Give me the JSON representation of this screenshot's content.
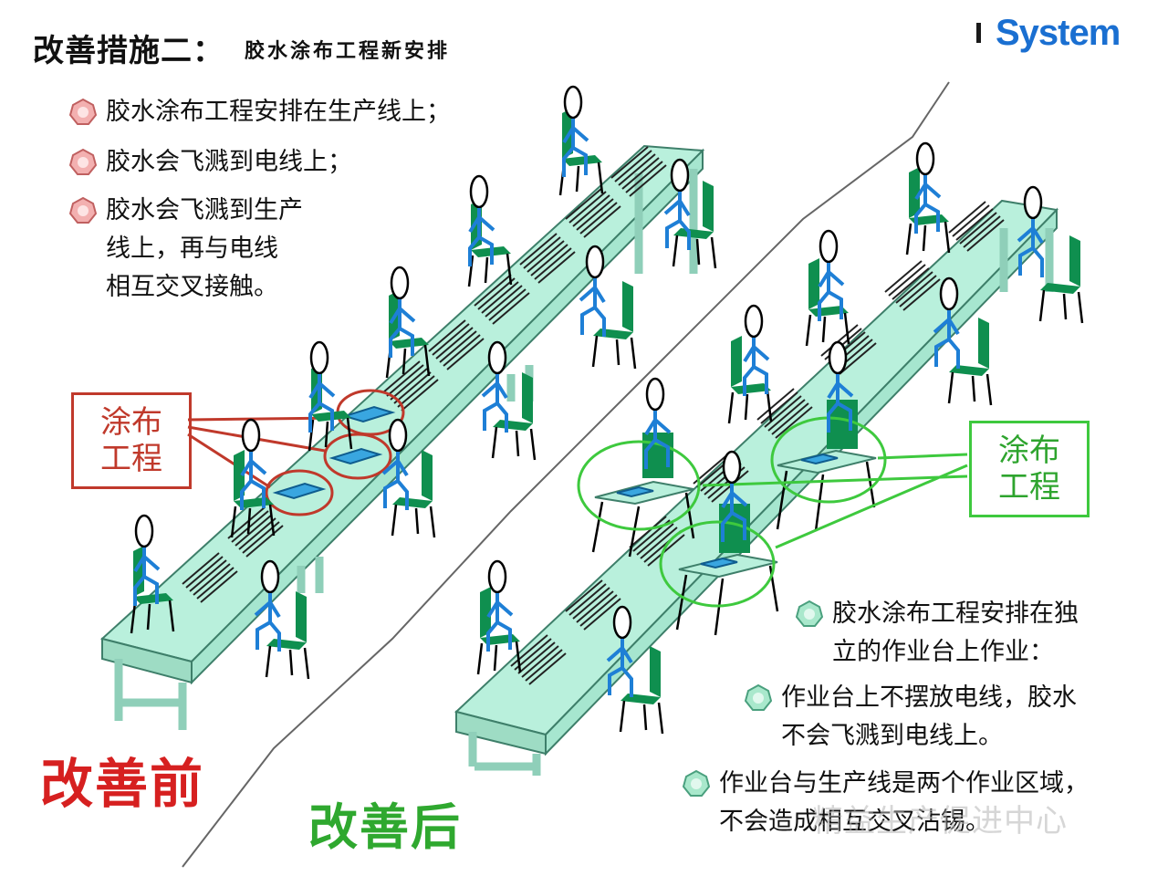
{
  "header": {
    "title": "改善措施二：",
    "subtitle": "胶水涂布工程新安排",
    "logo": "System"
  },
  "before": {
    "bullets": [
      "胶水涂布工程安排在生产线上；",
      "胶水会飞溅到电线上；",
      "胶水会飞溅到生产\n线上，再与电线\n相互交叉接触。"
    ],
    "box_label": "涂布\n工程",
    "caption": "改善前"
  },
  "after": {
    "bullets": [
      "胶水涂布工程安排在独\n立的作业台上作业：",
      "作业台上不摆放电线，胶水\n不会飞溅到电线上。",
      "作业台与生产线是两个作业区域，\n不会造成相互交叉沾锡。"
    ],
    "box_label": "涂布\n工程",
    "caption": "改善后"
  },
  "watermark": "精益生产促进中心",
  "colors": {
    "red": "#c0392b",
    "green": "#3ec93e",
    "table": "#b9f0dc",
    "chair": "#0f8f4f",
    "person": "#1e7fd6",
    "logo": "#1a6fd1"
  }
}
